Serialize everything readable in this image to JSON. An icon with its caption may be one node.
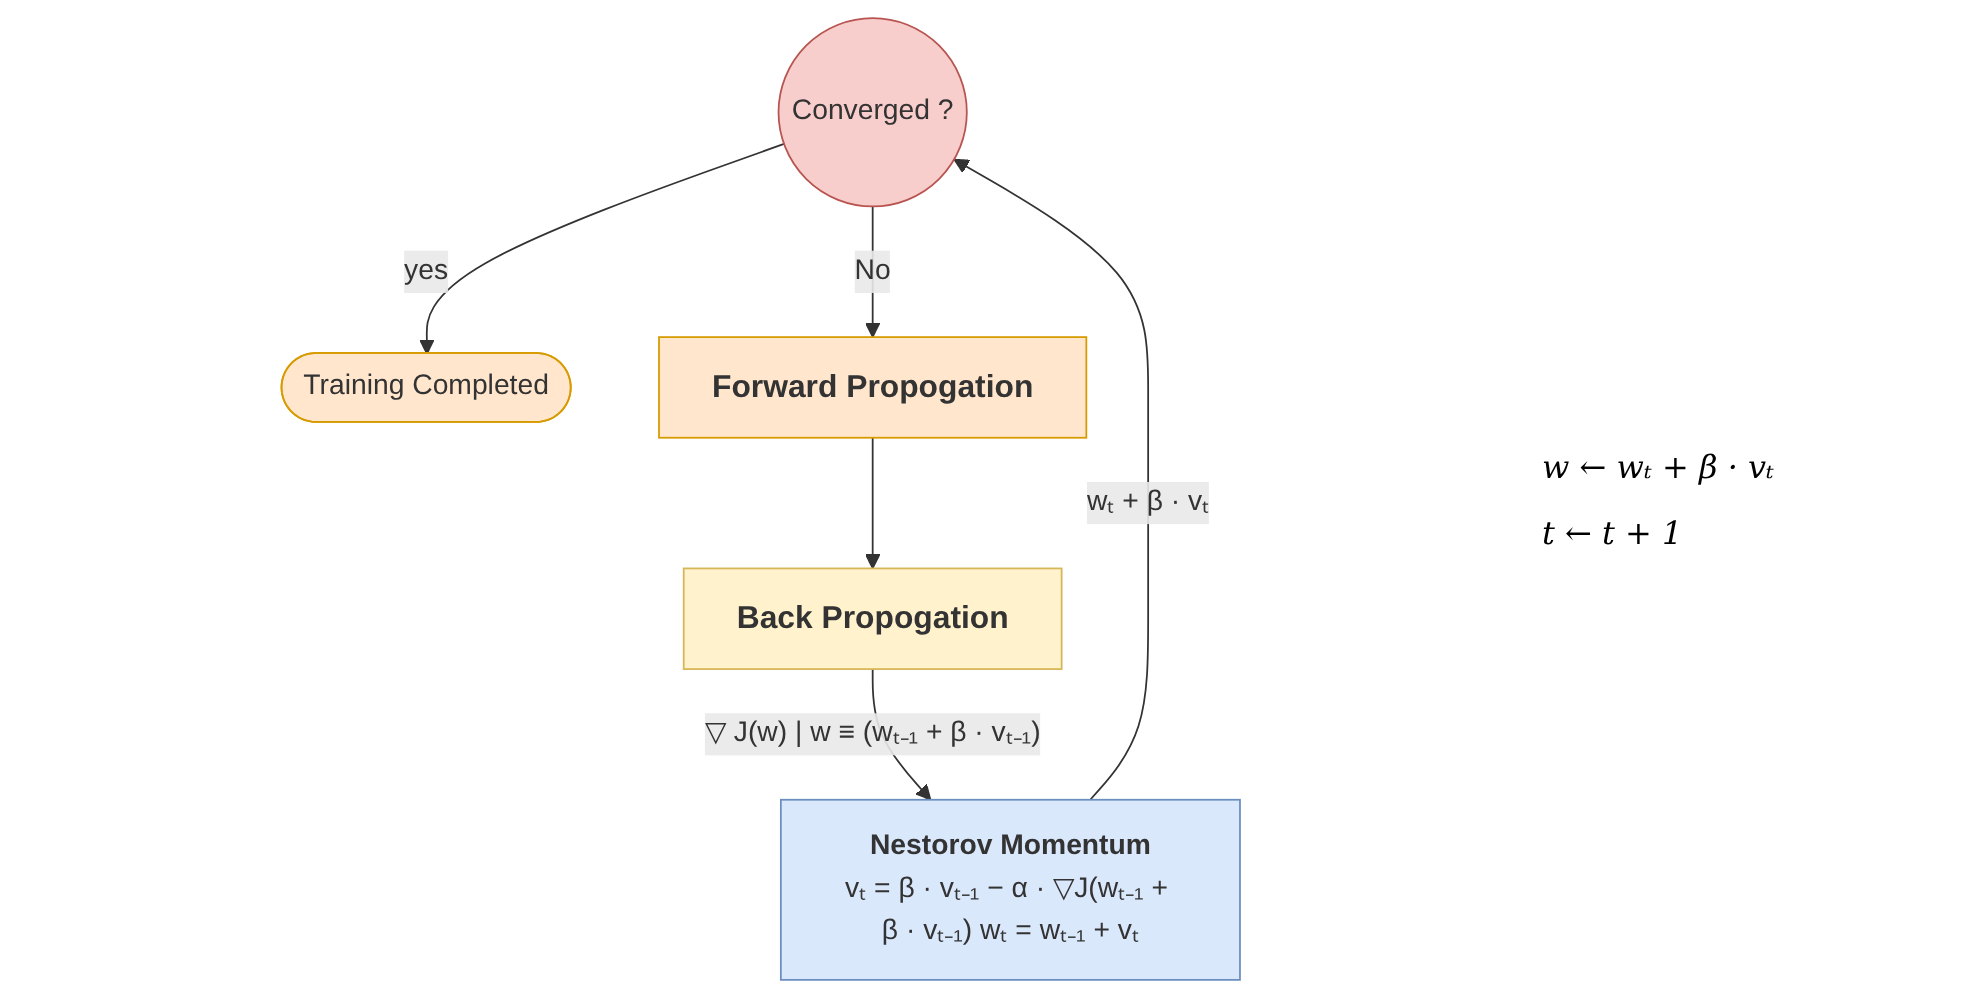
{
  "diagram": {
    "nodes": [
      {
        "text": [
          "Training Completed"
        ]
      },
      {
        "text": [
          "Converged ?"
        ]
      },
      {
        "text": [
          "Nestorov Momentum",
          "vₜ = β · vₜ₋₁ − α · ▽J(wₜ₋₁ + β · vₜ₋₁) wₜ = wₜ₋₁ + vₜ"
        ]
      },
      {
        "text": [
          "Forward Propogation"
        ]
      },
      {
        "text": [
          "Back Propogation"
        ]
      }
    ],
    "edges": [
      {
        "from": 1,
        "to": 0,
        "arrow": "to",
        "label": "yes"
      },
      {
        "from": 1,
        "to": 3,
        "arrow": "to",
        "label": "No"
      },
      {
        "from": 3,
        "to": 4,
        "arrow": "to"
      },
      {
        "from": 4,
        "to": 2,
        "arrow": "to",
        "label": "▽ J(w) | w ≡ (wₜ₋₁ + β · vₜ₋₁)"
      },
      {
        "from": 2,
        "to": 1,
        "arrow": "to",
        "label": "wₜ + β · vₜ"
      }
    ],
    "labels": [
      "w ← wₜ + β · vₜ",
      "t ← t + 1"
    ]
  }
}
